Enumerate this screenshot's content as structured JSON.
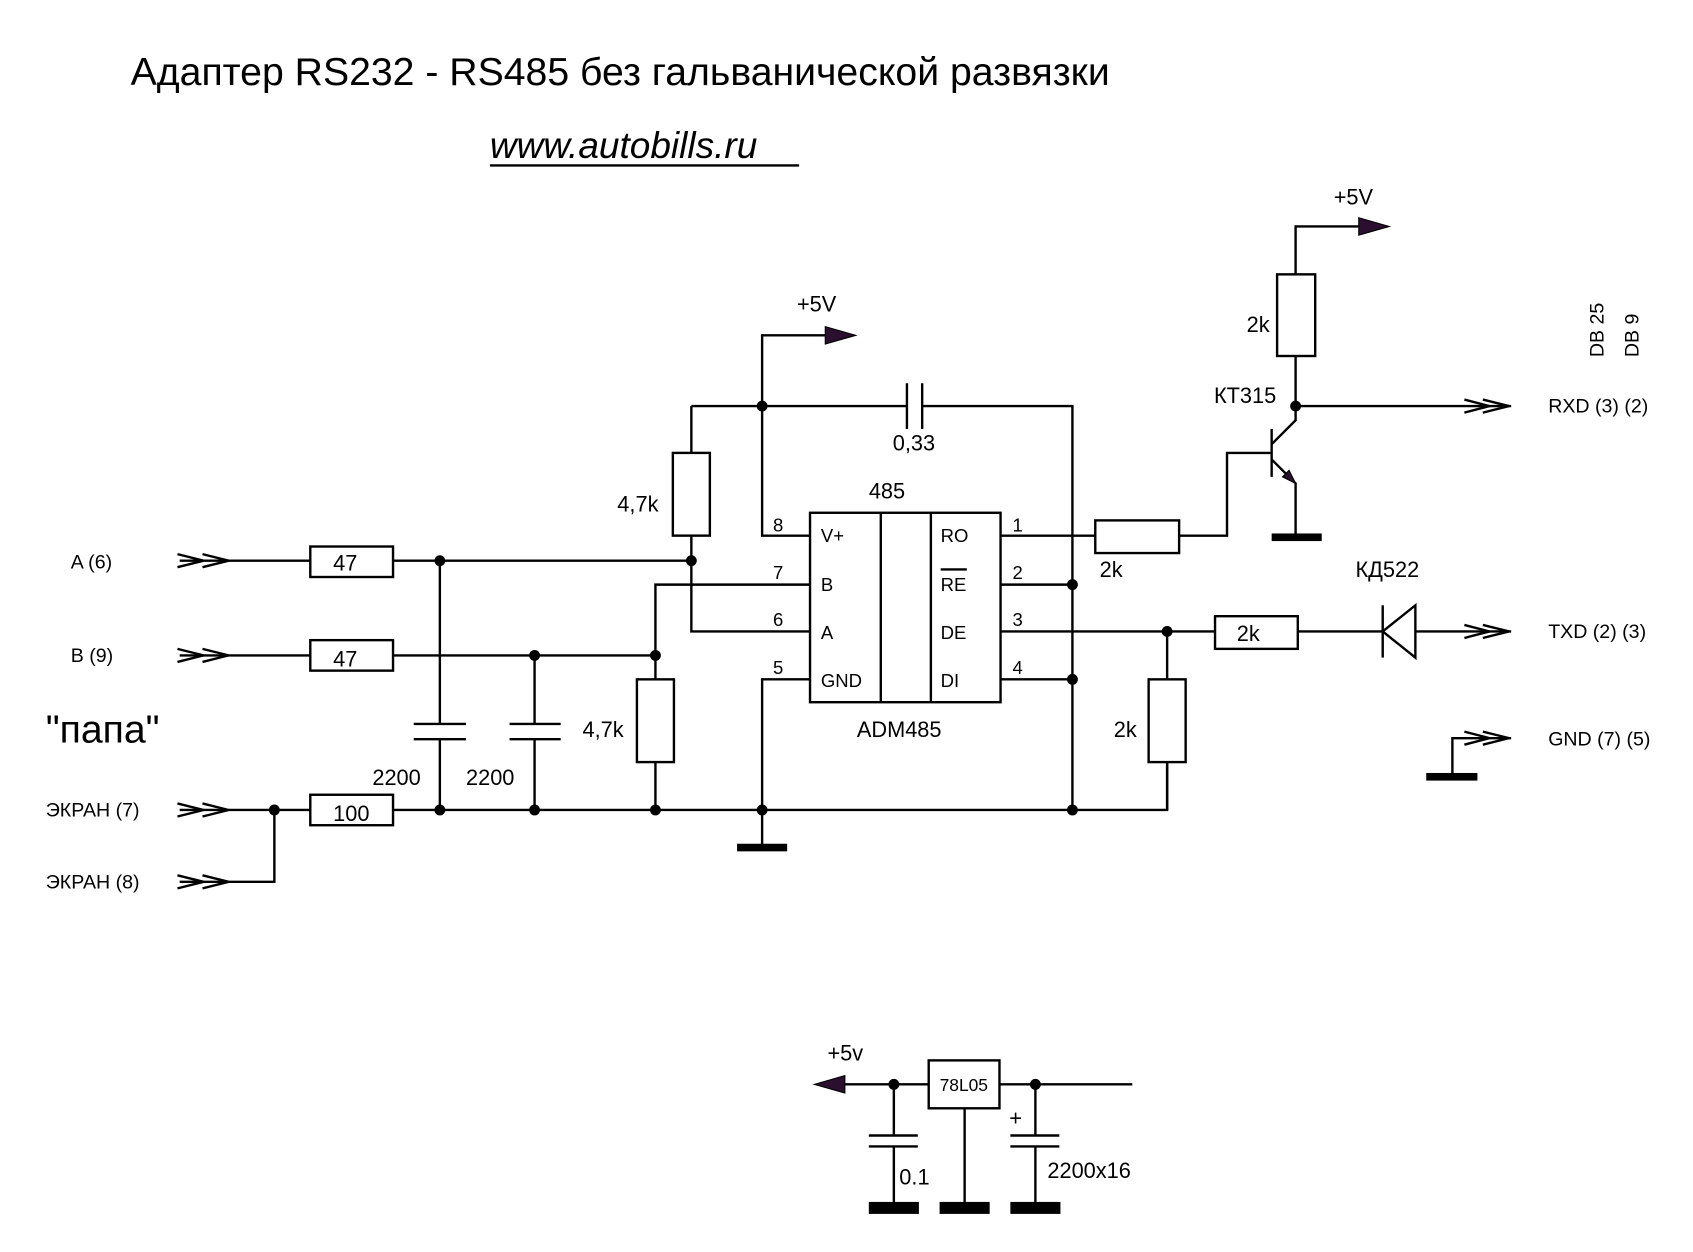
{
  "header": {
    "title": "Адаптер RS232 - RS485 без гальванической развязки",
    "url": "www.autobills.ru"
  },
  "connectors_left": {
    "a": "A (6)",
    "b": "B (9)",
    "side_label": "\"папа\"",
    "screen7": "ЭКРАН (7)",
    "screen8": "ЭКРАН (8)"
  },
  "connectors_right": {
    "db25_header": "DB 25",
    "db9_header": "DB 9",
    "rxd": "RXD (3) (2)",
    "txd": "TXD (2) (3)",
    "gnd": "GND (7) (5)"
  },
  "power": {
    "plus5v_main": "+5V",
    "plus5v_transistor": "+5V",
    "plus5v_regulator": "+5v"
  },
  "ic": {
    "top_label": "485",
    "part": "ADM485",
    "left_pins": [
      {
        "num": "8",
        "name": "V+"
      },
      {
        "num": "7",
        "name": "B"
      },
      {
        "num": "6",
        "name": "A"
      },
      {
        "num": "5",
        "name": "GND"
      }
    ],
    "right_pins": [
      {
        "num": "1",
        "name": "RO"
      },
      {
        "num": "2",
        "name": "RE"
      },
      {
        "num": "3",
        "name": "DE"
      },
      {
        "num": "4",
        "name": "DI"
      }
    ]
  },
  "components": {
    "r_a": "47",
    "r_b": "47",
    "r_screen": "100",
    "c1": "2200",
    "c2": "2200",
    "r_pullup": "4,7k",
    "r_pulldown": "4,7k",
    "c_bypass": "0,33",
    "r_base": "2k",
    "r_collector": "2k",
    "transistor": "КТ315",
    "diode": "КД522",
    "r_txd": "2k",
    "r_de": "2k"
  },
  "regulator": {
    "part": "78L05",
    "c_in": "0.1",
    "c_out": "2200x16",
    "polarity": "+"
  }
}
